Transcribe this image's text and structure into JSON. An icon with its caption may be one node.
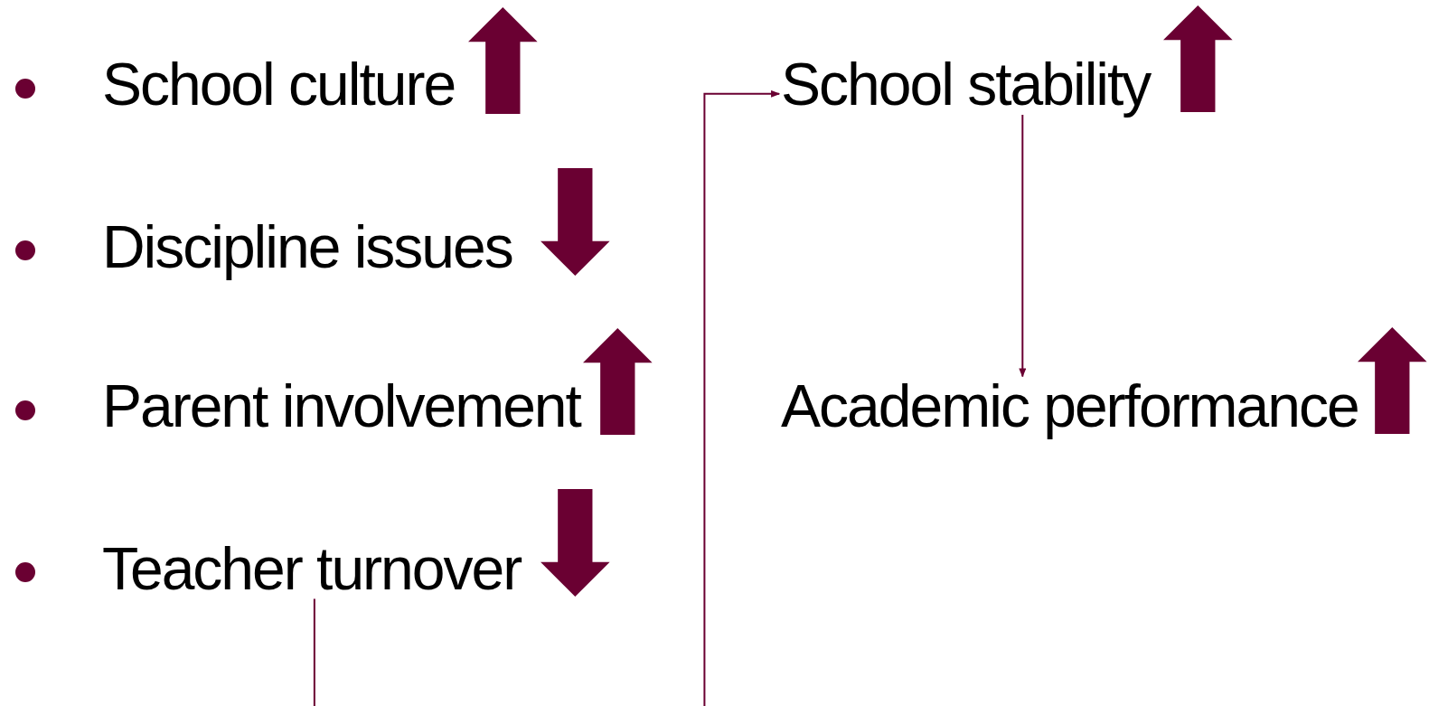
{
  "diagram": {
    "nodes": [
      {
        "text": [
          "School culture"
        ]
      },
      {
        "text": [
          "Discipline issues"
        ]
      },
      {
        "text": [
          "Parent involvement"
        ]
      },
      {
        "text": [
          "Teacher turnover"
        ]
      },
      {
        "text": [
          "School stability"
        ]
      },
      {
        "text": [
          "Academic performance"
        ]
      }
    ],
    "edges": [
      {
        "from": 3,
        "to": null,
        "arrow": "none"
      },
      {
        "from": null,
        "to": 4,
        "arrow": "to"
      },
      {
        "from": 4,
        "to": 5,
        "arrow": "to"
      }
    ]
  }
}
